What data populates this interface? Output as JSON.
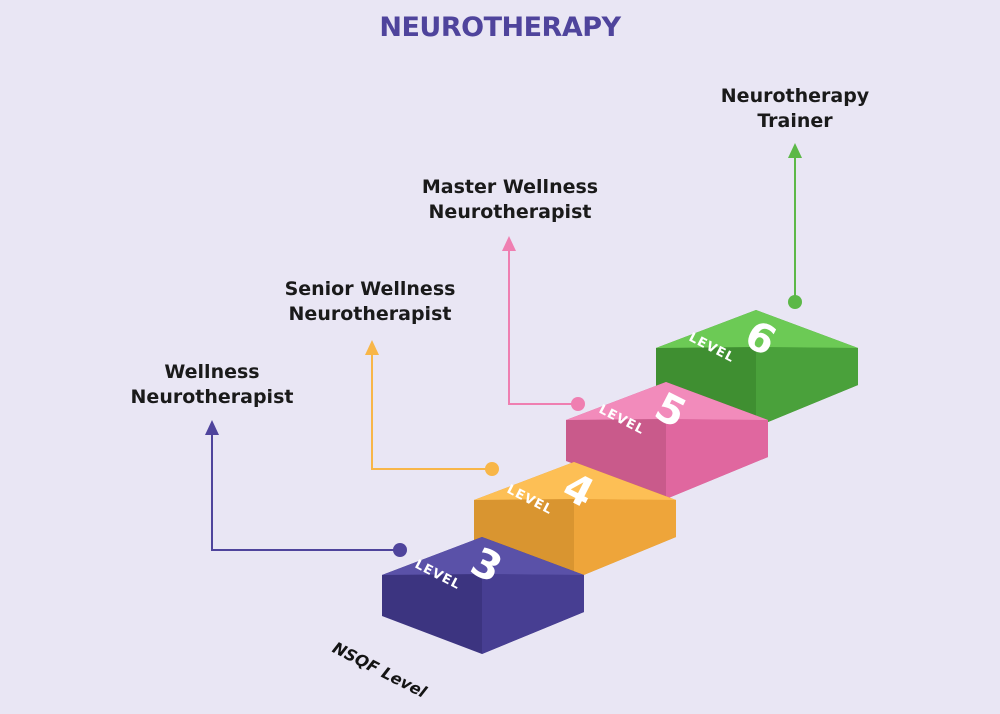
{
  "title": "NEUROTHERAPY",
  "axis_label": "NSQF Level",
  "levels": [
    {
      "word": "LEVEL",
      "number": "3",
      "role": [
        "Wellness",
        "Neurotherapist"
      ],
      "color": "#524a9d"
    },
    {
      "word": "LEVEL",
      "number": "4",
      "role": [
        "Senior Wellness",
        "Neurotherapist"
      ],
      "color": "#f8b648"
    },
    {
      "word": "LEVEL",
      "number": "5",
      "role": [
        "Master Wellness",
        "Neurotherapist"
      ],
      "color": "#ef7fb1"
    },
    {
      "word": "LEVEL",
      "number": "6",
      "role": [
        "Neurotherapy",
        "Trainer"
      ],
      "color": "#5cb847"
    }
  ]
}
